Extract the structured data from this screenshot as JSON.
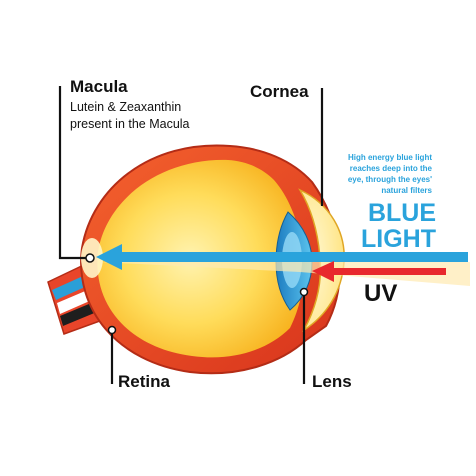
{
  "labels": {
    "macula_title": "Macula",
    "macula_desc_line1": "Lutein & Zeaxanthin",
    "macula_desc_line2": "present in the Macula",
    "cornea": "Cornea",
    "retina": "Retina",
    "lens": "Lens",
    "uv": "UV",
    "blue_note_lines": [
      "High energy blue light",
      "reaches deep into the",
      "eye, through the eyes'",
      "natural filters"
    ],
    "blue_light_lines": [
      "BLUE",
      "LIGHT"
    ]
  },
  "colors": {
    "eye_outer": "#e8472a",
    "eye_outer_dark": "#d63a20",
    "eye_inner": "#ffd24a",
    "eye_inner_light": "#ffec9a",
    "iris": "#2a9fd8",
    "blue_light": "#2aa3dc",
    "uv_light": "#e8282d",
    "leader_line": "#111111",
    "text": "#111111"
  }
}
